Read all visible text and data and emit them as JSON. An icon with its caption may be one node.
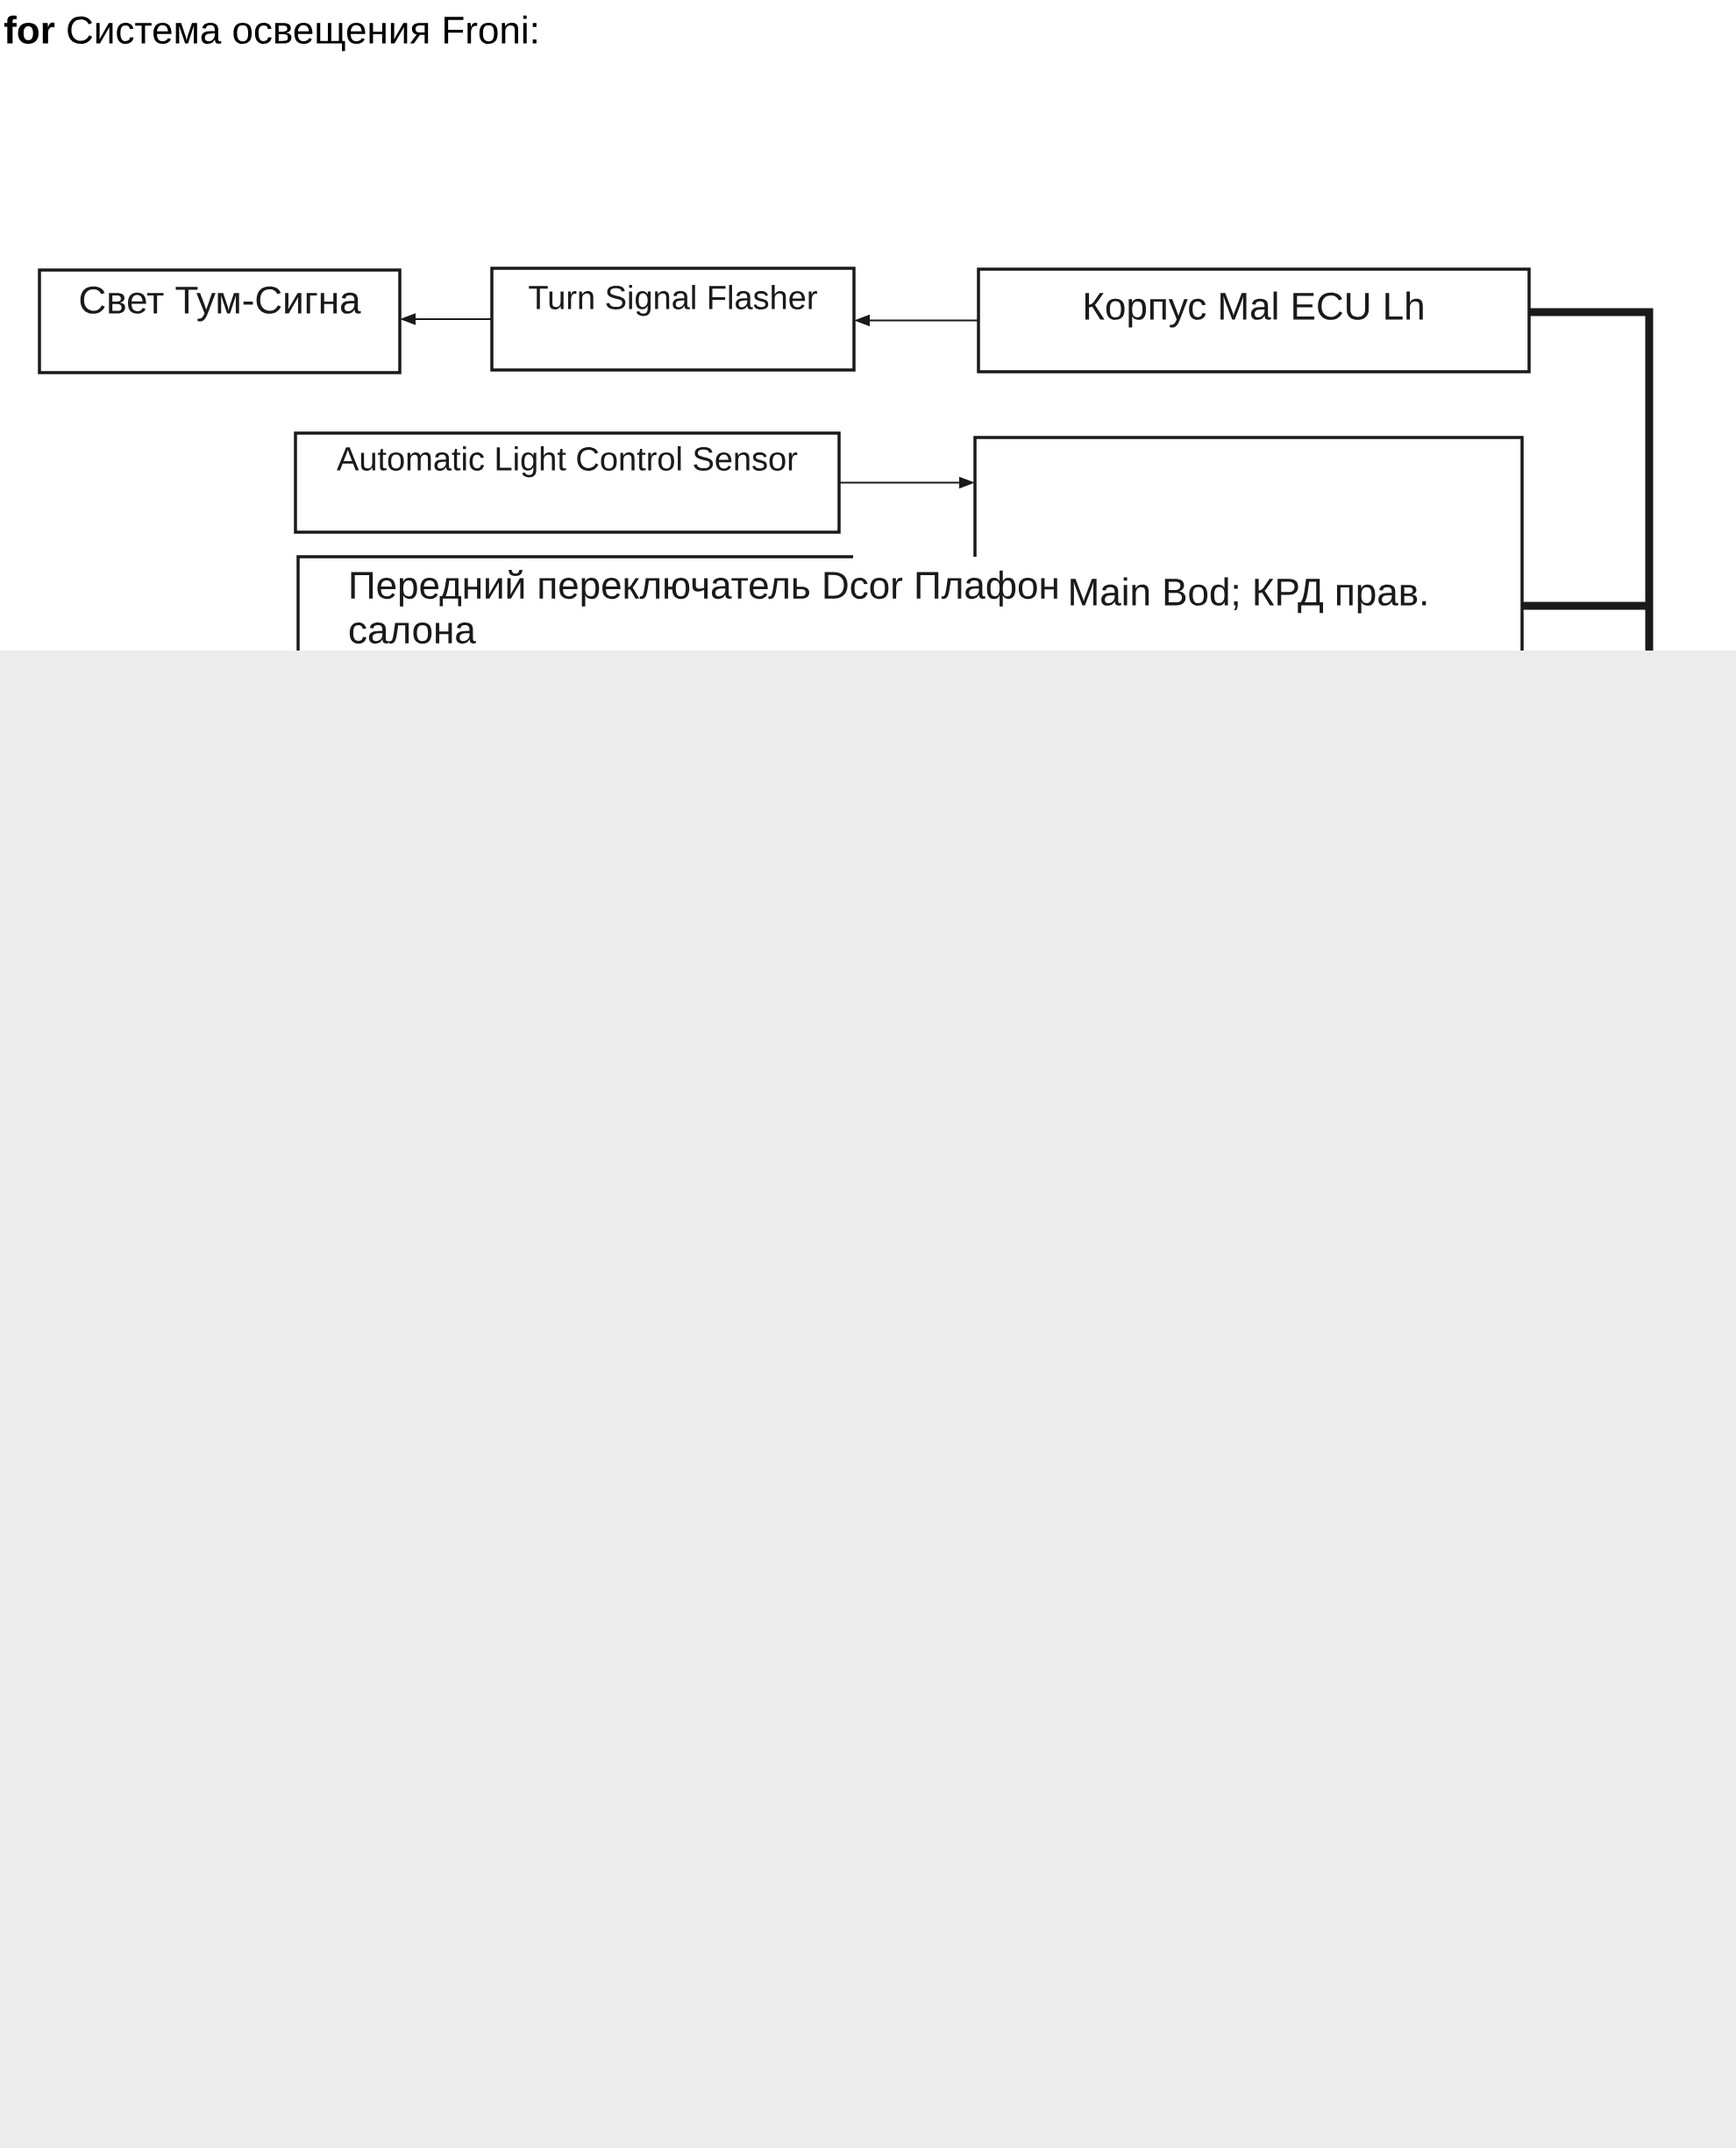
{
  "diagram": {
    "title": "**for** Система освещения Froni:",
    "nodes": [
      {
        "text": [
          "Свет Тум-Сигна"
        ]
      },
      {
        "text": [
          "Turn Signal Flasher"
        ]
      },
      {
        "text": [
          "Корпус Mal ECU Lh"
        ]
      },
      {
        "text": [
          "Automatic Light Control Sensor"
        ]
      },
      {
        "text": [
          "Передний переключатель Dcor Плафон салона"
        ]
      },
      {
        "text": [
          "Main Bod; КРД прав."
        ]
      }
    ],
    "edges": [
      {
        "from": 1,
        "to": 0,
        "arrow": "to"
      },
      {
        "from": 2,
        "to": 1,
        "arrow": "to"
      },
      {
        "from": 3,
        "to": 5,
        "arrow": "to"
      },
      {
        "from": 2,
        "to": 5,
        "arrow": "none",
        "style": "thick"
      }
    ]
  }
}
